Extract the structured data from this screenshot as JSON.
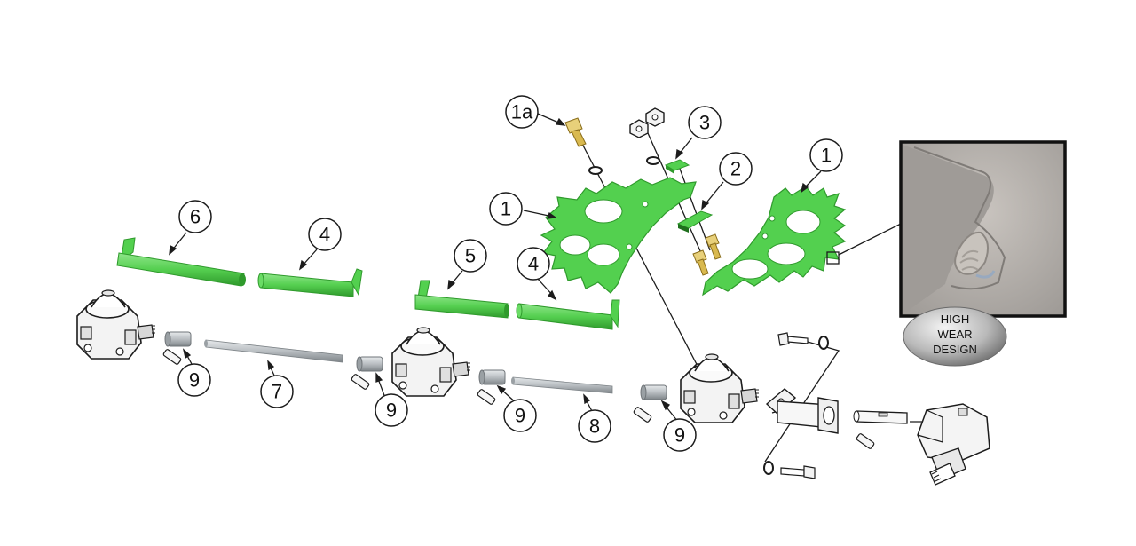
{
  "callouts": {
    "c1a": "1a",
    "c3": "3",
    "c2": "2",
    "c1_left": "1",
    "c1_right": "1",
    "c6": "6",
    "c4_left": "4",
    "c5": "5",
    "c4_right": "4",
    "c9_a": "9",
    "c7": "7",
    "c9_b": "9",
    "c9_c": "9",
    "c8": "8",
    "c9_d": "9"
  },
  "badge": {
    "line1": "HIGH",
    "line2": "WEAR",
    "line3": "DESIGN"
  },
  "colors": {
    "part_green": "#53d04f",
    "part_green_dark": "#2f9a2c",
    "steel_gray": "#b9bec2",
    "outline": "#1c1c1c",
    "badge_gray": "#9a9a9a"
  }
}
